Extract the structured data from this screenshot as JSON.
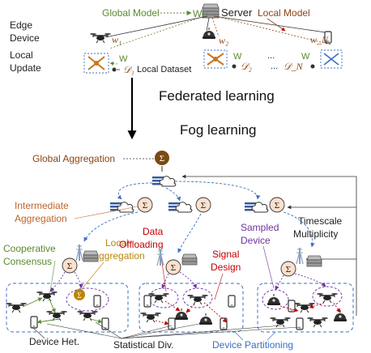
{
  "federated": {
    "global_model": "Global Model",
    "server": "Server",
    "local_model": "Local Model",
    "w": "W",
    "edge_device": "Edge",
    "edge_device_2": "Device",
    "local_update": "Local",
    "local_update_2": "Update",
    "local_dataset": "Local Dataset",
    "weights": [
      "w₁",
      "w₂",
      "w_N"
    ],
    "datasets": [
      "𝒟₁",
      "𝒟₂",
      "𝒟_N"
    ],
    "ellipsis": "..."
  },
  "titles": {
    "federated_learning": "Federated learning",
    "fog_learning": "Fog learning"
  },
  "fog": {
    "global_aggregation": "Global Aggregation",
    "intermediate": "Intermediate",
    "aggregation": "Aggregation",
    "cooperative": "Cooperative",
    "consensus": "Consensus",
    "local": "Local",
    "local_aggregation": "Aggregation",
    "data": "Data",
    "offloading": "Offloading",
    "signal": "Signal",
    "design": "Design",
    "sampled": "Sampled",
    "device": "Device",
    "timescale": "Timescale",
    "multiplicity": "Multiplicity",
    "device_het": "Device Het.",
    "statistical_div": "Statistical Div.",
    "device_partitioning": "Device Partitioning",
    "sigma": "Σ"
  },
  "colors": {
    "green": "#5a8a2e",
    "brown": "#8b4513",
    "orange": "#c0622a",
    "purple": "#7030a0",
    "red": "#c00000",
    "blue": "#3b6fc4",
    "navy": "#203864",
    "gold": "#b8860b",
    "sigma_fill": "#fbe0cc",
    "sigma_dark": "#7a4a12"
  }
}
